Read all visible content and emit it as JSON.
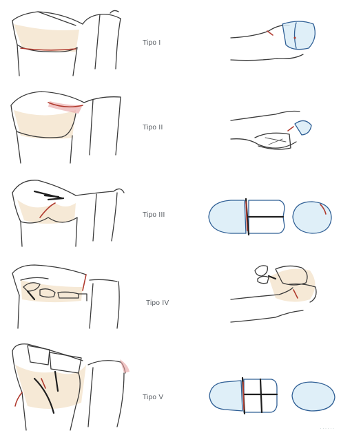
{
  "rows": [
    {
      "label": "Tipo I"
    },
    {
      "label": "Tipo II"
    },
    {
      "label": "Tipo III"
    },
    {
      "label": "Tipo IV"
    },
    {
      "label": "Tipo V"
    }
  ],
  "signature": "· · · · · ·",
  "colors": {
    "line": "#3a3a3a",
    "blue_line": "#2f5f95",
    "fracture": "#b03a2e",
    "bone_tint": "#f3e1c8"
  },
  "icons": [
    "wrist-bone-illustration"
  ]
}
